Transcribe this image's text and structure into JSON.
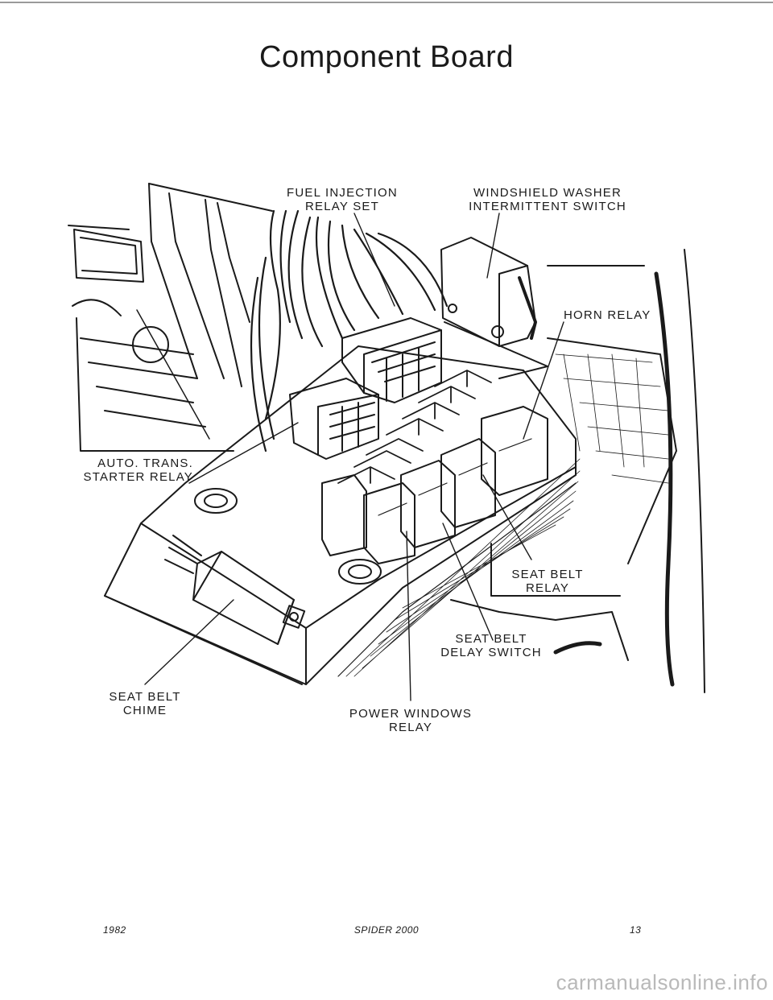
{
  "title": "Component Board",
  "callouts": {
    "fuel_injection": [
      "FUEL INJECTION",
      "RELAY SET"
    ],
    "washer": [
      "WINDSHIELD WASHER",
      "INTERMITTENT SWITCH"
    ],
    "horn": "HORN RELAY",
    "auto_trans": [
      "AUTO. TRANS.",
      "STARTER RELAY"
    ],
    "seat_belt_relay": [
      "SEAT BELT",
      "RELAY"
    ],
    "seat_belt_delay": [
      "SEAT BELT",
      "DELAY SWITCH"
    ],
    "seat_belt_chime": [
      "SEAT BELT",
      "CHIME"
    ],
    "power_windows": [
      "POWER WINDOWS",
      "RELAY"
    ]
  },
  "footer": {
    "year": "1982",
    "model": "SPIDER 2000",
    "page": "13"
  },
  "watermark": "carmanualsonline.info",
  "colors": {
    "ink": "#1a1a1a",
    "watermark": "#b9b9b9"
  }
}
